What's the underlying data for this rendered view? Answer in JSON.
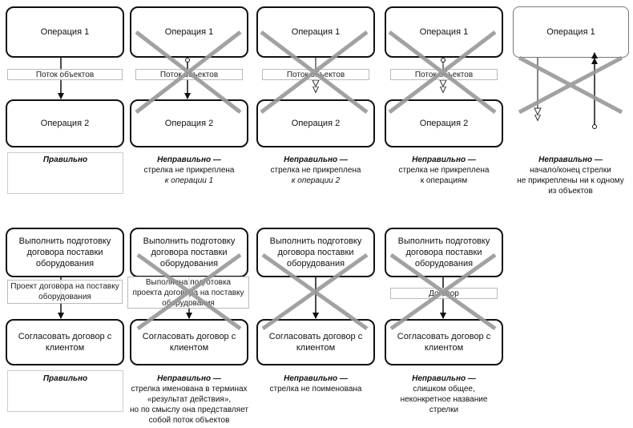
{
  "row1": {
    "op1": "Операция 1",
    "op2": "Операция 2",
    "flow": "Поток объектов",
    "captions": {
      "correct": "Правильно",
      "wrong": "Неправильно —",
      "c2_l1": "стрелка не прикреплена",
      "c2_l2": "к операции 1",
      "c3_l1": "стрелка не прикреплена",
      "c3_l2": "к операции 2",
      "c4_l1": "стрелка не прикреплена",
      "c4_l2": "к операциям",
      "c5_l1": "начало/конец стрелки",
      "c5_l2": "не прикреплены ни к одному",
      "c5_l3": "из объектов"
    }
  },
  "row2": {
    "op1": "Выполнить подготовку договора поставки оборудования",
    "op2": "Согласовать договор с клиентом",
    "flow_correct": "Проект договора на поставку оборудования",
    "flow_action": "Выполнена подготовка проекта договора на поставку оборудования",
    "flow_general": "Договор",
    "captions": {
      "correct": "Правильно",
      "wrong": "Неправильно —",
      "c2_l1": "стрелка именована в терминах",
      "c2_l2": "«результат действия»,",
      "c2_l3": "но по смыслу она представляет",
      "c2_l4": "собой поток объектов",
      "c3_l1": "стрелка не поименована",
      "c4_l1": "слишком общее,",
      "c4_l2": "неконкретное название",
      "c4_l3": "стрелки"
    }
  },
  "colors": {
    "line": "#111111",
    "cross": "#999999",
    "border_light": "#bbbbbb"
  }
}
